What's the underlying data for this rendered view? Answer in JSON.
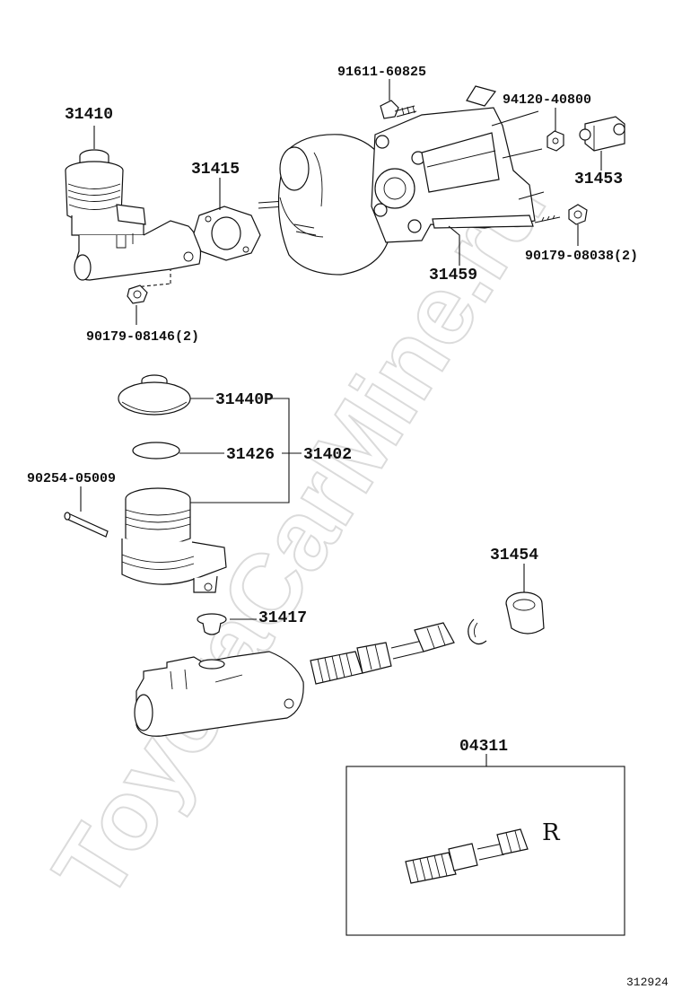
{
  "watermark": "ToyotaCarMine.ru",
  "diagram_id": "312924",
  "handwritten_mark": "R",
  "parts": {
    "p31410": "31410",
    "p31415": "31415",
    "p91611": "91611-60825",
    "p94120": "94120-40800",
    "p31453": "31453",
    "p90179_08038": "90179-08038(2)",
    "p31459": "31459",
    "p90179_08146": "90179-08146(2)",
    "p31440P": "31440P",
    "p31426": "31426",
    "p31402": "31402",
    "p90254": "90254-05009",
    "p31454": "31454",
    "p31417": "31417",
    "p04311": "04311"
  }
}
